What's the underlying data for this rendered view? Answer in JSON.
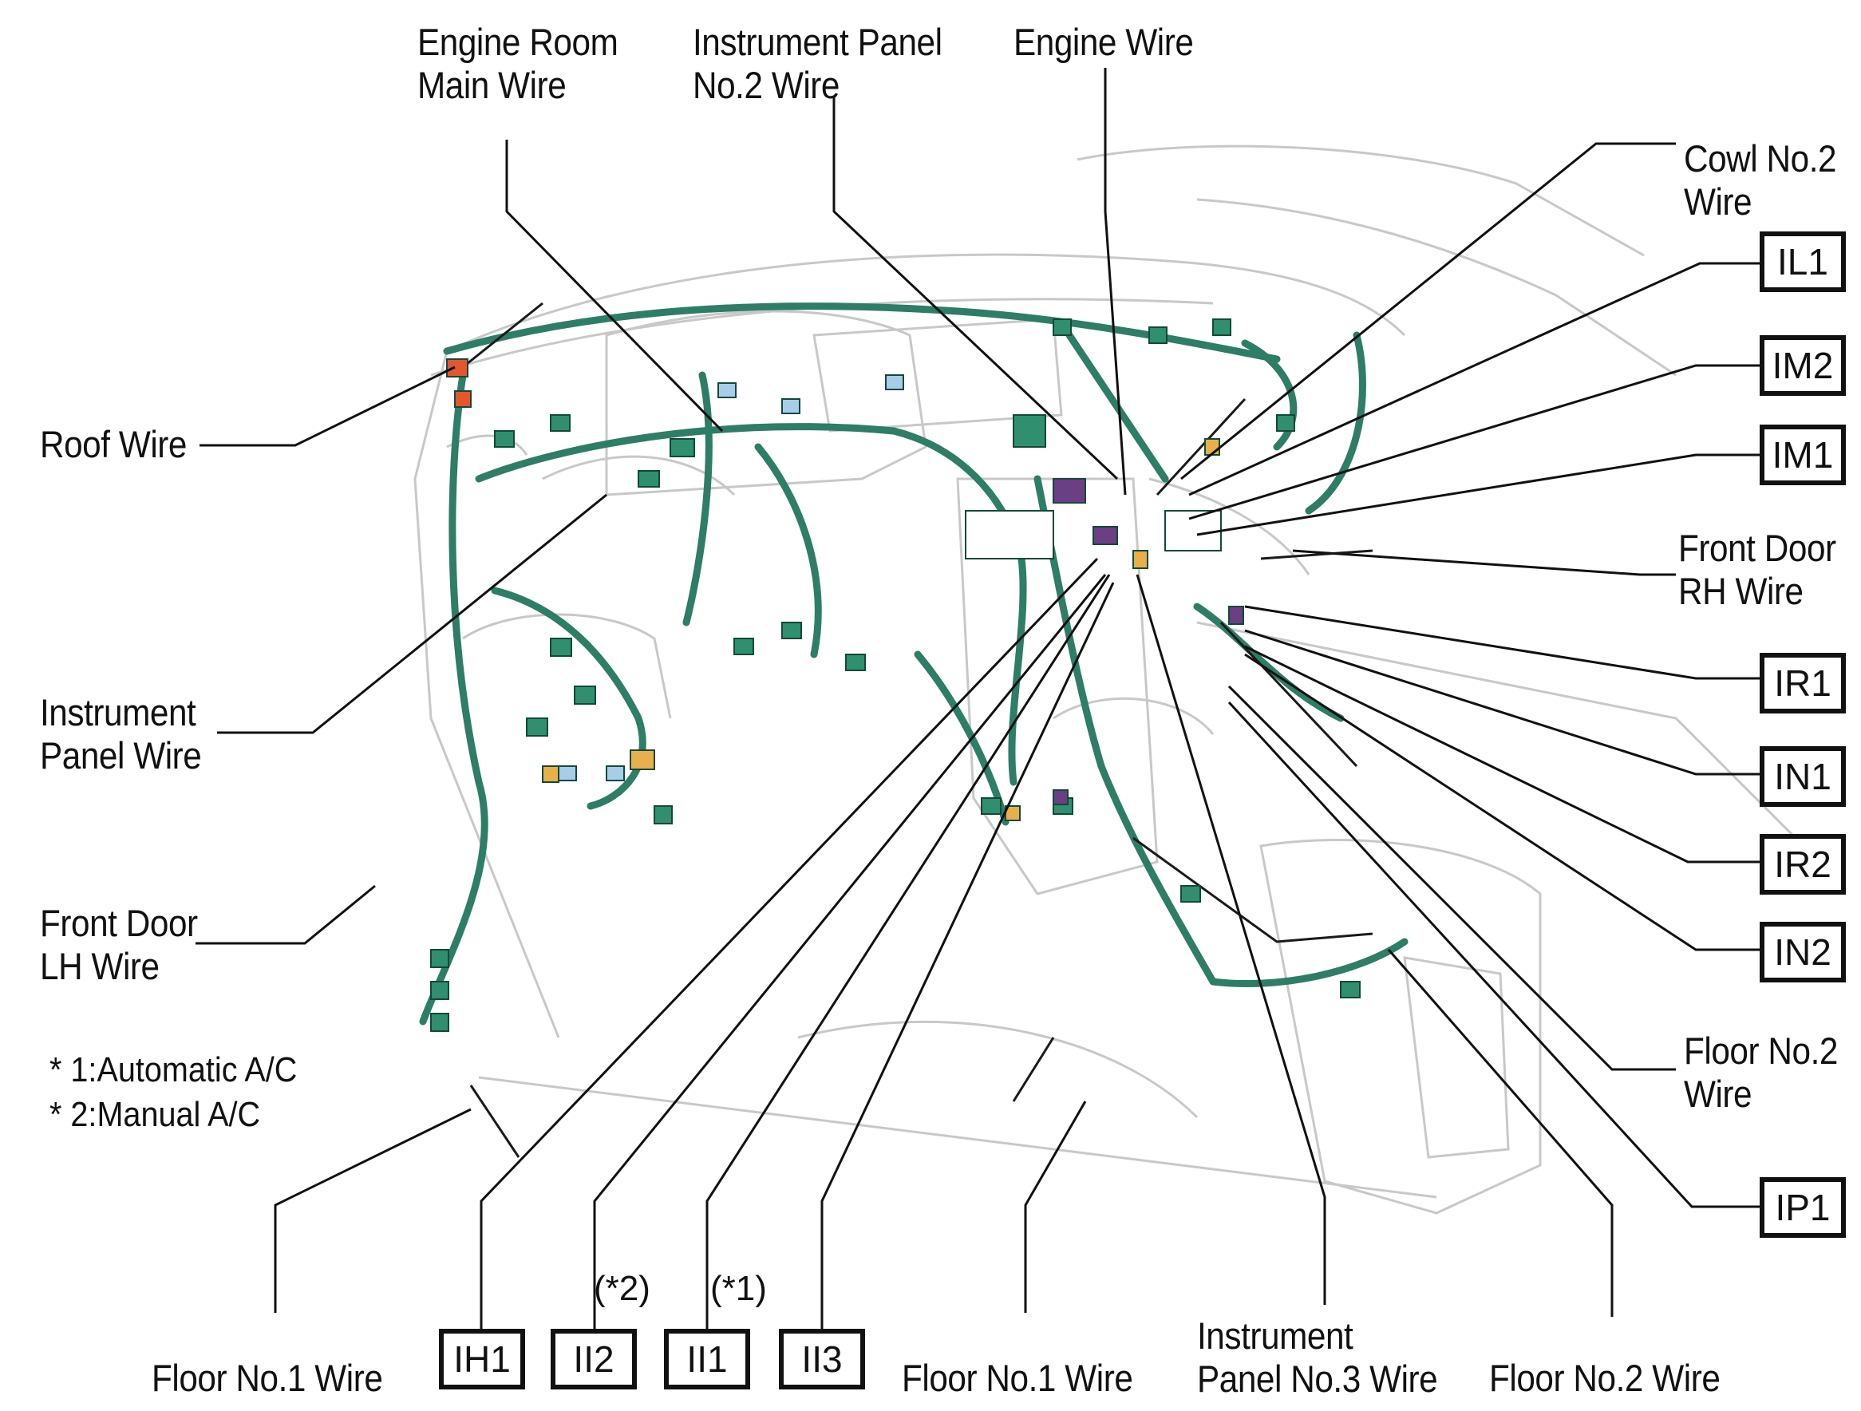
{
  "labels": {
    "engine_room_main": "Engine Room\nMain Wire",
    "instrument_panel_no2": "Instrument Panel\nNo.2 Wire",
    "engine_wire": "Engine Wire",
    "cowl_no2": "Cowl No.2\nWire",
    "roof_wire": "Roof Wire",
    "front_door_rh": "Front Door\nRH Wire",
    "instrument_panel": "Instrument\nPanel Wire",
    "front_door_lh": "Front Door\nLH Wire",
    "floor_no2_right": "Floor No.2\nWire",
    "floor_no1_left": "Floor No.1 Wire",
    "floor_no1_mid": "Floor No.1 Wire",
    "instrument_panel_no3": "Instrument\nPanel No.3 Wire",
    "floor_no2_bottom": "Floor No.2 Wire"
  },
  "notes": {
    "auto_ac": "* 1:Automatic A/C",
    "manual_ac": "* 2:Manual A/C",
    "star2": "(*2)",
    "star1": "(*1)"
  },
  "codes": {
    "IL1": "IL1",
    "IM2": "IM2",
    "IM1": "IM1",
    "IR1": "IR1",
    "IN1": "IN1",
    "IR2": "IR2",
    "IN2": "IN2",
    "IP1": "IP1",
    "IH1": "IH1",
    "II2": "II2",
    "II1": "II1",
    "II3": "II3"
  },
  "colors": {
    "harness": "#2e7d66",
    "connector": "#2f8f6f",
    "connector_light": "#a8cde8",
    "connector_orange": "#e8b04a",
    "connector_purple": "#6b3e86",
    "connector_red": "#e4572e",
    "outline": "#c8c8c8"
  }
}
